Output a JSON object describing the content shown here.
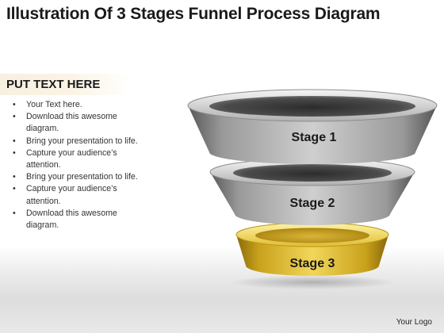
{
  "title": "Illustration Of 3 Stages Funnel Process Diagram",
  "heading": "PUT TEXT HERE",
  "bullets": [
    "Your Text here.",
    "Download this awesome diagram.",
    "Bring your presentation to life.",
    "Capture your audience’s attention.",
    "Bring your presentation to life.",
    "Capture your audience’s attention.",
    "Download this awesome diagram."
  ],
  "stages": [
    {
      "label": "Stage 1",
      "color": "#a8a8a8"
    },
    {
      "label": "Stage 2",
      "color": "#a8a8a8"
    },
    {
      "label": "Stage 3",
      "color": "#d4b31e"
    }
  ],
  "footer": {
    "logo": "Your Logo"
  }
}
